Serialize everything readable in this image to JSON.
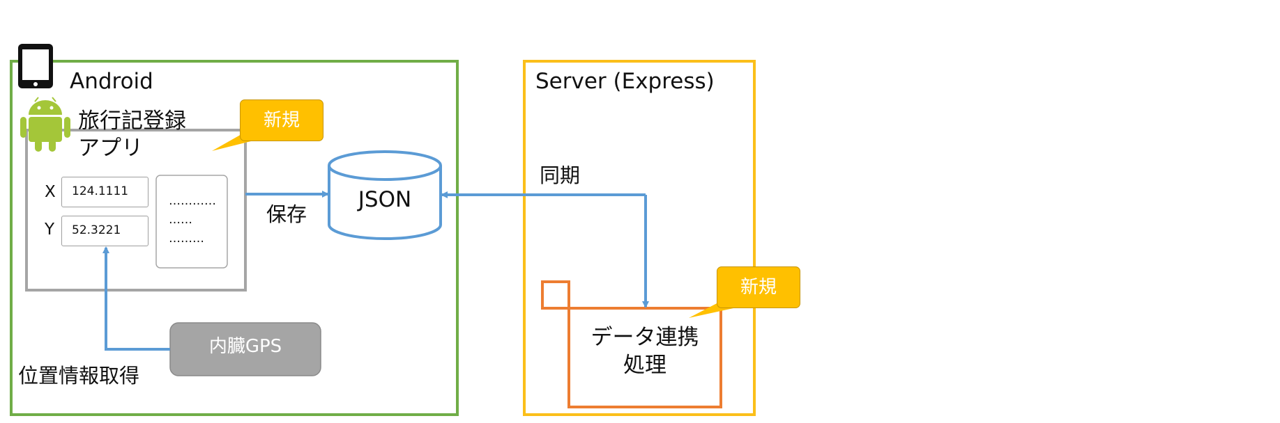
{
  "android": {
    "title": "Android",
    "app_name_line1": "旅行記登録",
    "app_name_line2": "アプリ",
    "badge_new": "新規",
    "field_x": {
      "label": "X",
      "value": "124.1111"
    },
    "field_y": {
      "label": "Y",
      "value": "52.3221"
    },
    "text_lines": [
      "…………",
      "……",
      "………"
    ],
    "gps_label": "内臓GPS",
    "location_label": "位置情報取得",
    "save_label": "保存"
  },
  "storage": {
    "label": "JSON"
  },
  "server": {
    "title": "Server (Express)",
    "sync_label": "同期",
    "process_line1": "データ連携",
    "process_line2": "処理",
    "badge_new": "新規"
  },
  "colors": {
    "android_frame": "#70ad47",
    "server_frame": "#fbbf1a",
    "arrow": "#5b9bd5",
    "process_box": "#ed7d31",
    "badge": "#ffc000",
    "gps_box": "#a5a5a5",
    "android_logo": "#a4c639"
  },
  "icons": [
    "tablet-icon",
    "android-robot-icon"
  ]
}
